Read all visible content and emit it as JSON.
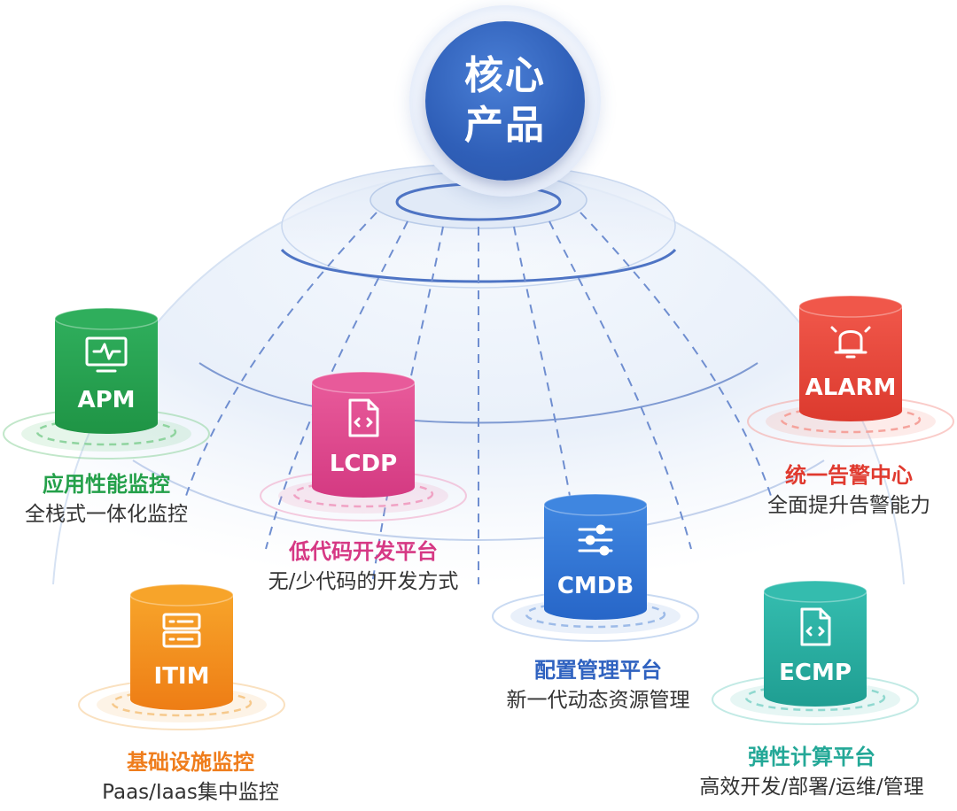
{
  "core": {
    "line1": "核心",
    "line2": "产品"
  },
  "products": [
    {
      "id": "apm",
      "badge": "APM",
      "icon": "monitor-pulse-icon",
      "title": "应用性能监控",
      "subtitle": "全栈式一体化监控",
      "color_top": "#2fae5c",
      "color_bottom": "#1f9445",
      "title_color": "#24a04a",
      "ring_color": "#8fd49f"
    },
    {
      "id": "lcdp",
      "badge": "LCDP",
      "icon": "code-file-icon",
      "title": "低代码开发平台",
      "subtitle": "无/少代码的开发方式",
      "color_top": "#e85a9a",
      "color_bottom": "#d43a82",
      "title_color": "#d63884",
      "ring_color": "#f0a2c4"
    },
    {
      "id": "alarm",
      "badge": "ALARM",
      "icon": "alarm-bell-icon",
      "title": "统一告警中心",
      "subtitle": "全面提升告警能力",
      "color_top": "#f0574a",
      "color_bottom": "#dc3a2e",
      "title_color": "#e03a2f",
      "ring_color": "#f5a39c"
    },
    {
      "id": "cmdb",
      "badge": "CMDB",
      "icon": "sliders-icon",
      "title": "配置管理平台",
      "subtitle": "新一代动态资源管理",
      "color_top": "#3f86e0",
      "color_bottom": "#2766c8",
      "title_color": "#2f62c0",
      "ring_color": "#9dbbe8"
    },
    {
      "id": "itim",
      "badge": "ITIM",
      "icon": "server-rack-icon",
      "title": "基础设施监控",
      "subtitle": "Paas/Iaas集中监控",
      "color_top": "#f7a42a",
      "color_bottom": "#ee7d15",
      "title_color": "#ef7d1c",
      "ring_color": "#f6c98c"
    },
    {
      "id": "ecmp",
      "badge": "ECMP",
      "icon": "code-file-icon",
      "title": "弹性计算平台",
      "subtitle": "高效开发/部署/运维/管理",
      "color_top": "#34bcae",
      "color_bottom": "#1f9e92",
      "title_color": "#23a897",
      "ring_color": "#8fd8cf"
    }
  ]
}
